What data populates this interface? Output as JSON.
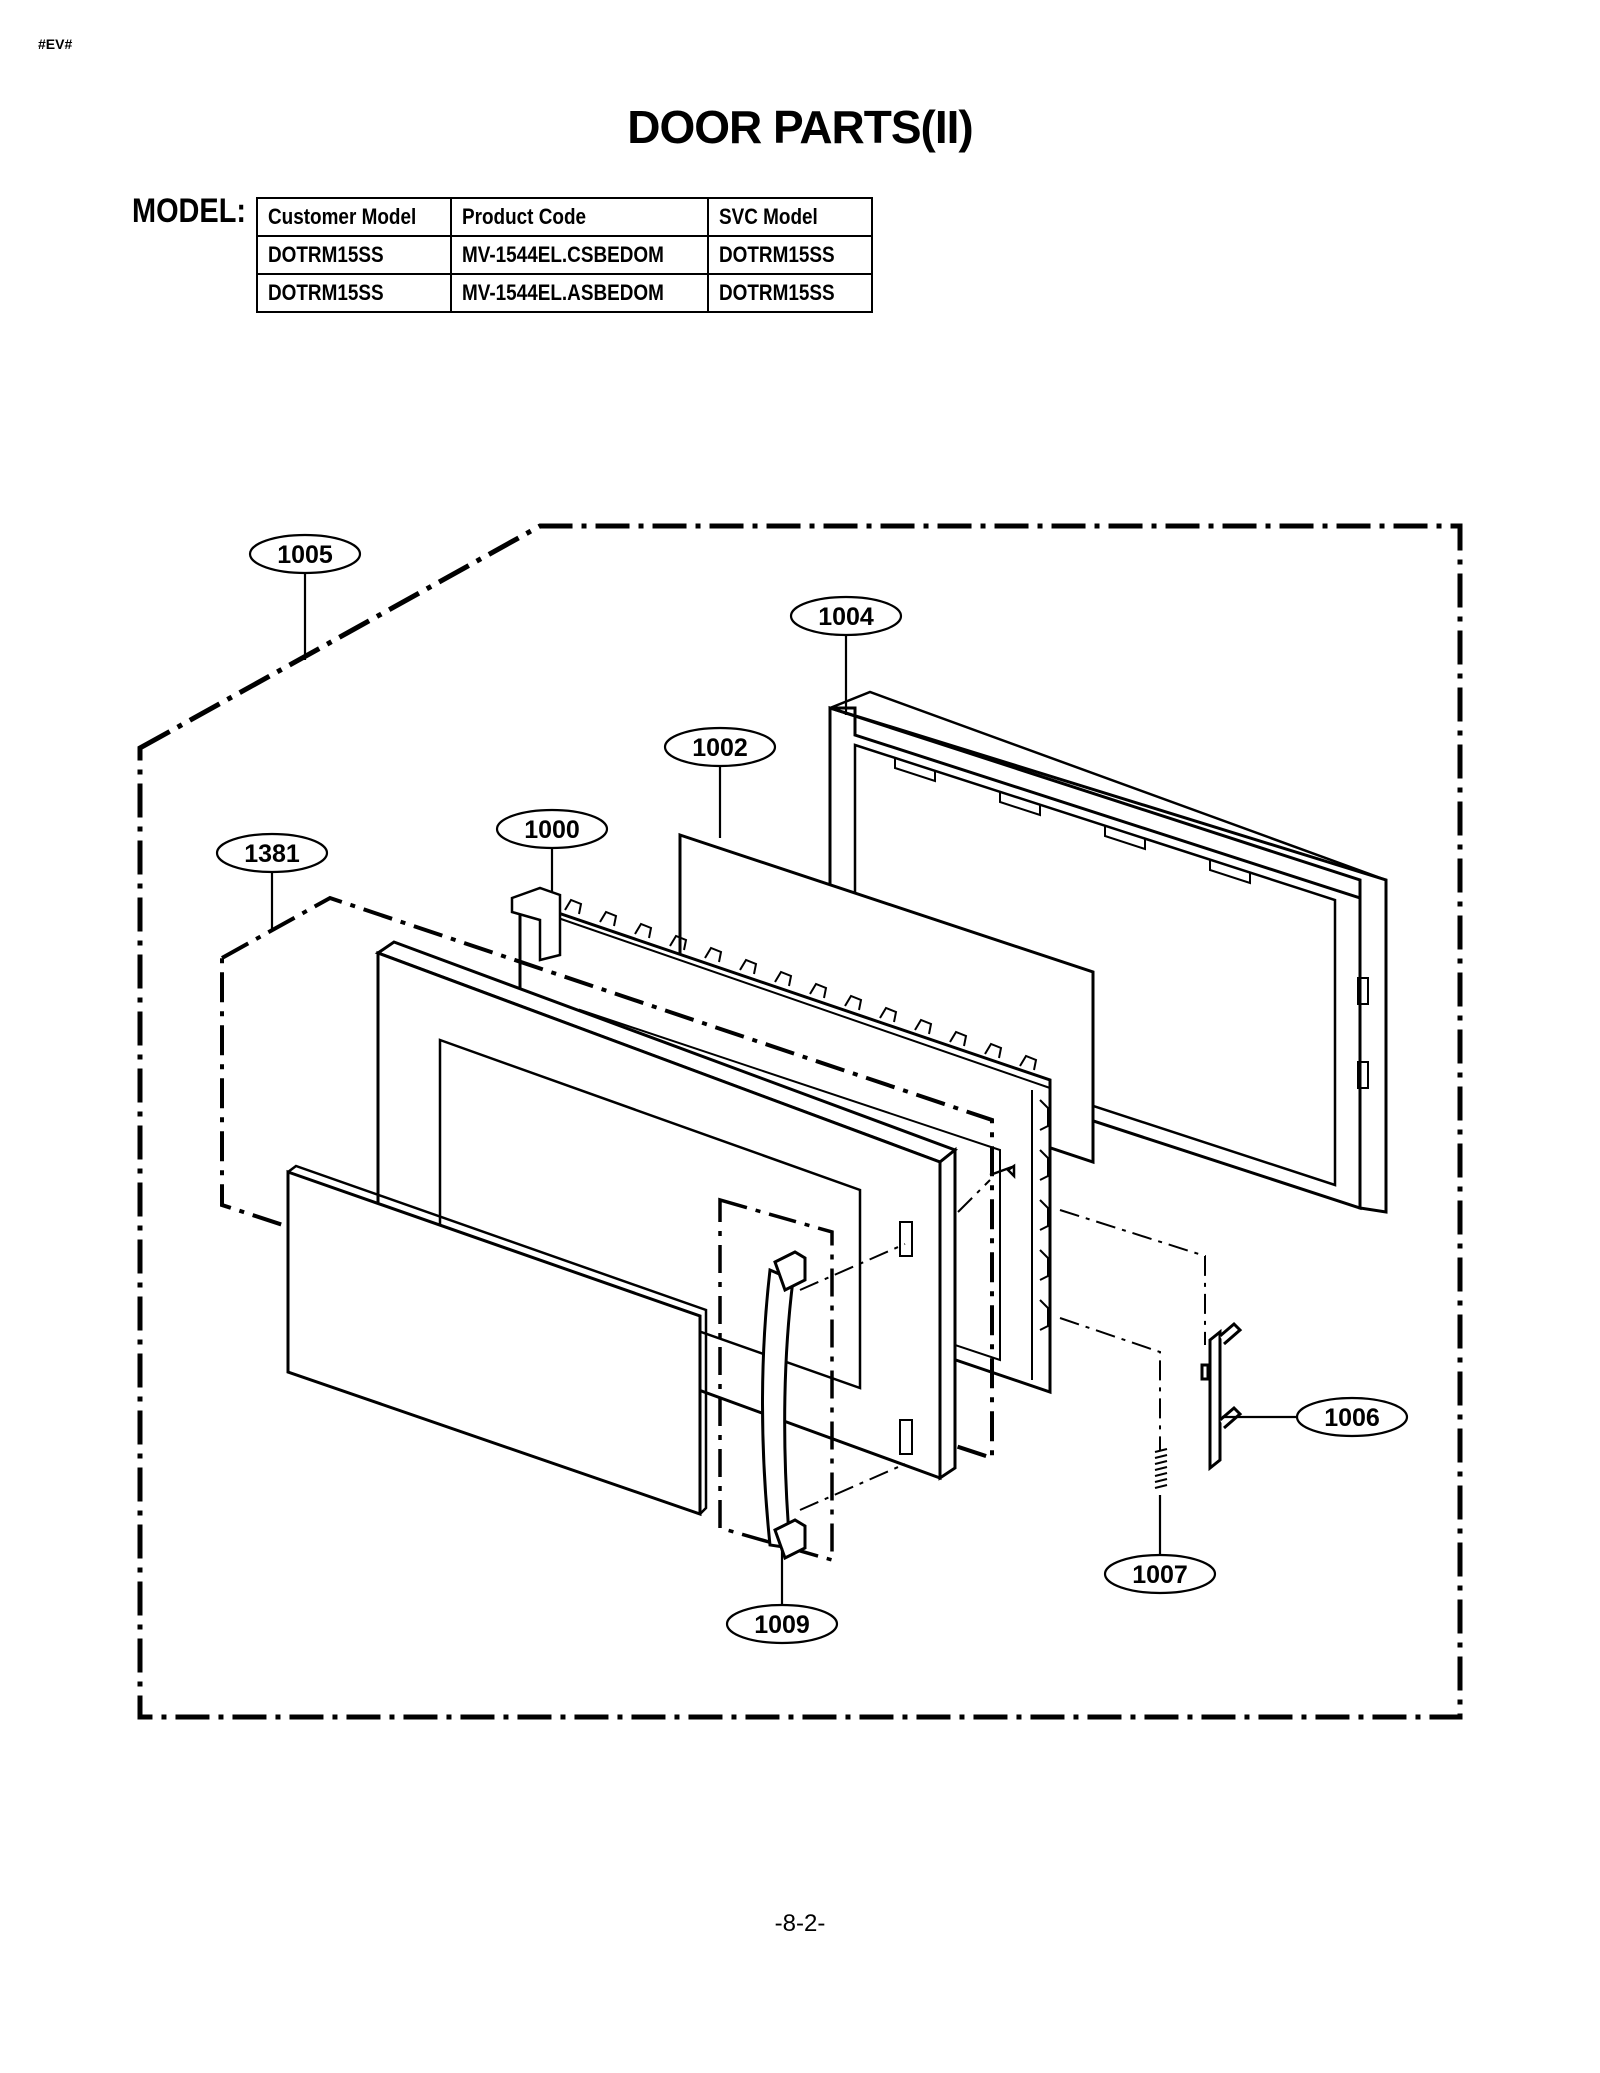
{
  "header": {
    "tag": "#EV#",
    "title": "DOOR PARTS(II)"
  },
  "model_table": {
    "label": "MODEL:",
    "columns": [
      "Customer Model",
      "Product Code",
      "SVC Model"
    ],
    "rows": [
      [
        "DOTRM15SS",
        "MV-1544EL.CSBEDOM",
        "DOTRM15SS"
      ],
      [
        "DOTRM15SS",
        "MV-1544EL.ASBEDOM",
        "DOTRM15SS"
      ]
    ]
  },
  "callouts": {
    "c1005": "1005",
    "c1004": "1004",
    "c1002": "1002",
    "c1000": "1000",
    "c1381": "1381",
    "c1006": "1006",
    "c1007": "1007",
    "c1009": "1009"
  },
  "footer": {
    "page_number": "-8-2-"
  }
}
